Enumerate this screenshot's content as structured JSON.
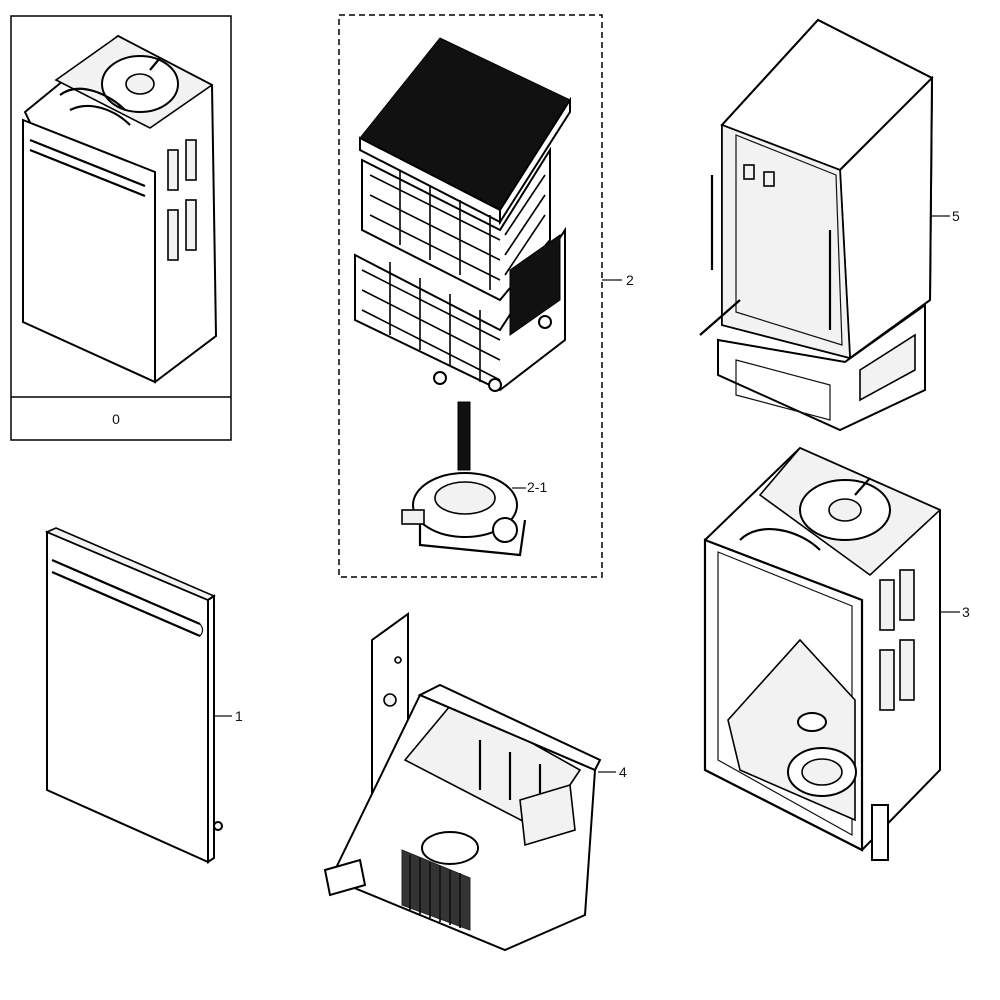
{
  "diagram": {
    "callouts": {
      "part0": "0",
      "part1": "1",
      "part2": "2",
      "part2_1": "2-1",
      "part3": "3",
      "part4": "4",
      "part5": "5"
    },
    "parts": [
      {
        "id": "0",
        "icon": "dishwasher-assembly-icon"
      },
      {
        "id": "1",
        "icon": "door-panel-icon"
      },
      {
        "id": "2",
        "icon": "dish-rack-icon"
      },
      {
        "id": "2-1",
        "icon": "spray-pump-icon"
      },
      {
        "id": "3",
        "icon": "tub-assembly-icon"
      },
      {
        "id": "4",
        "icon": "base-frame-icon"
      },
      {
        "id": "5",
        "icon": "outer-cabinet-icon"
      }
    ],
    "colors": {
      "line": "#000000",
      "background": "#ffffff",
      "shade": "#f2f2f2"
    }
  }
}
